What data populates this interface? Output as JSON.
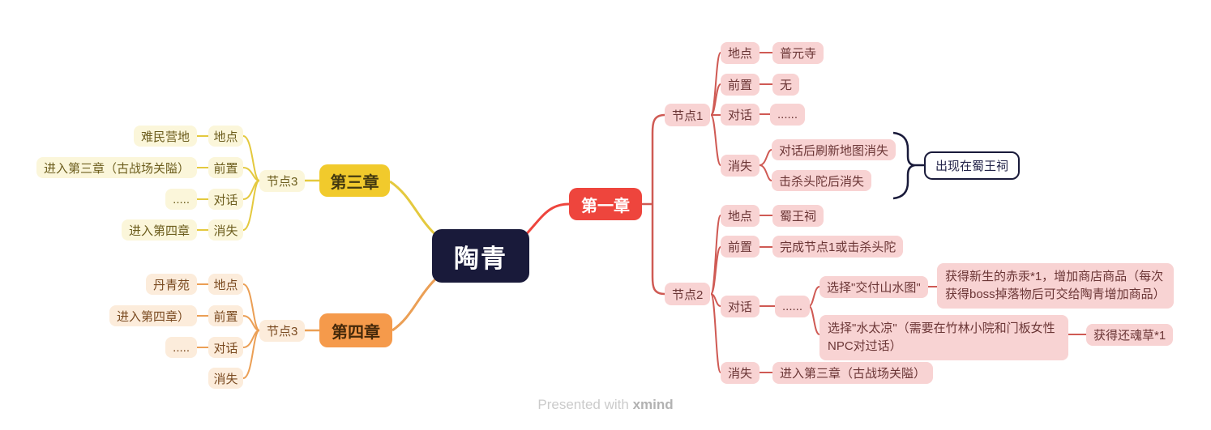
{
  "colors": {
    "center_bg": "#191a3a",
    "chapter1_red": "#ee453d",
    "chapter3_yellow": "#f1ca2c",
    "chapter4_orange": "#f59a4b",
    "pink_node_bg": "#f8d3d3",
    "red_line": "#cf5a54",
    "yellow_line": "#e4c93e",
    "orange_line": "#eb9f55",
    "callout_border": "#191a3a"
  },
  "keys": {
    "location": "地点",
    "prereq": "前置",
    "dialog": "对话",
    "vanish": "消失"
  },
  "root": {
    "label": "陶青"
  },
  "chapter1": {
    "label": "第一章",
    "node1": {
      "label": "节点1",
      "location": "普元寺",
      "prereq": "无",
      "dialog": "......",
      "vanish_1": "对话后刷新地图消失",
      "vanish_2": "击杀头陀后消失",
      "callout": "出现在蜀王祠"
    },
    "node2": {
      "label": "节点2",
      "location": "蜀王祠",
      "prereq": "完成节点1或击杀头陀",
      "dialog": "......",
      "option1": "选择\"交付山水图\"",
      "option1_result": "获得新生的赤汞*1，增加商店商品（每次获得boss掉落物后可交给陶青增加商品）",
      "option2": "选择\"水太凉\"（需要在竹林小院和门板女性NPC对过话）",
      "option2_result": "获得还魂草*1",
      "vanish": "进入第三章（古战场关隘）"
    }
  },
  "chapter3": {
    "label": "第三章",
    "node3": {
      "label": "节点3",
      "location": "难民营地",
      "prereq": "进入第三章（古战场关隘）",
      "dialog": ".....",
      "vanish": "进入第四章"
    }
  },
  "chapter4": {
    "label": "第四章",
    "node3": {
      "label": "节点3",
      "location": "丹青苑",
      "prereq": "进入第四章）",
      "dialog": "....."
    }
  },
  "footer": {
    "text": "Presented with",
    "brand": "xmind"
  }
}
